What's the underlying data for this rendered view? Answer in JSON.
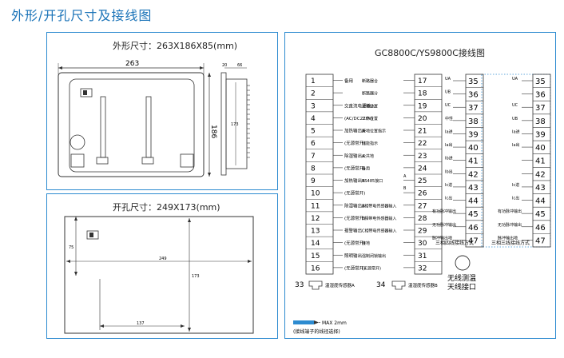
{
  "page_title": "外形/开孔尺寸及接线图",
  "outline": {
    "caption": "外形尺寸：263X186X85(mm)",
    "width": "263",
    "height": "186",
    "side_depth_a": "20",
    "side_depth_b": "66",
    "side_inner": "173"
  },
  "cutout": {
    "caption": "开孔尺寸：249X173(mm)",
    "dim_75": "75",
    "dim_249": "249",
    "dim_173": "173",
    "dim_137": "137"
  },
  "wiring": {
    "title": "GC8800C/YS9800C接线图",
    "left_terms": [
      {
        "n": "1",
        "label": "备用"
      },
      {
        "n": "2",
        "label": ""
      },
      {
        "n": "3",
        "label": "交直流电源输入"
      },
      {
        "n": "4",
        "label": "(AC/DC220V)"
      },
      {
        "n": "5",
        "label": "加热输出A"
      },
      {
        "n": "6",
        "label": "(无源常开)"
      },
      {
        "n": "7",
        "label": "除湿输出A"
      },
      {
        "n": "8",
        "label": "(无源常开)"
      },
      {
        "n": "9",
        "label": "加热输出B"
      },
      {
        "n": "10",
        "label": "(无源常开)"
      },
      {
        "n": "11",
        "label": "除湿输出B"
      },
      {
        "n": "12",
        "label": "(无源常开)"
      },
      {
        "n": "13",
        "label": "报警输出"
      },
      {
        "n": "14",
        "label": "(无源常开)"
      },
      {
        "n": "15",
        "label": "照明输出"
      },
      {
        "n": "16",
        "label": "(无源常开)"
      }
    ],
    "mid_terms": [
      {
        "n": "17",
        "label": "断路器合"
      },
      {
        "n": "18",
        "label": "断路器分"
      },
      {
        "n": "19",
        "label": "试验位置"
      },
      {
        "n": "20",
        "label": "工作位置"
      },
      {
        "n": "21",
        "label": "接地位置指示"
      },
      {
        "n": "22",
        "label": "储能指示"
      },
      {
        "n": "23",
        "label": "公共地"
      },
      {
        "n": "24",
        "label": "备用"
      },
      {
        "n": "25",
        "label": "RS485接口"
      },
      {
        "n": "26",
        "label": ""
      },
      {
        "n": "27",
        "label": "A相带电传感器输入"
      },
      {
        "n": "28",
        "label": "B相带电传感器输入"
      },
      {
        "n": "29",
        "label": "C相带电传感器输入"
      },
      {
        "n": "30",
        "label": "接地"
      },
      {
        "n": "31",
        "label": "强制闭锁输出"
      },
      {
        "n": "32",
        "label": "(无源常开)"
      }
    ],
    "rs485_a": "A",
    "rs485_b": "B",
    "four_wire": [
      {
        "n": "35",
        "left": "UA"
      },
      {
        "n": "36",
        "left": "UB"
      },
      {
        "n": "37",
        "left": "UC"
      },
      {
        "n": "38",
        "left": "中性"
      },
      {
        "n": "39",
        "left": "Ia进"
      },
      {
        "n": "40",
        "left": "Ia出"
      },
      {
        "n": "41",
        "left": "Ib进"
      },
      {
        "n": "42",
        "left": "Ib出"
      },
      {
        "n": "43",
        "left": "Ic进"
      },
      {
        "n": "44",
        "left": "Ic出"
      },
      {
        "n": "45",
        "left": "有功脉冲输出"
      },
      {
        "n": "46",
        "left": "无功脉冲输出"
      },
      {
        "n": "47",
        "left": "脉冲输出地"
      }
    ],
    "three_wire": [
      {
        "n": "35",
        "left": "UA"
      },
      {
        "n": "36",
        "left": ""
      },
      {
        "n": "37",
        "left": "UC"
      },
      {
        "n": "38",
        "left": "UB"
      },
      {
        "n": "39",
        "left": "Ia进"
      },
      {
        "n": "40",
        "left": "Ia出"
      },
      {
        "n": "41",
        "left": ""
      },
      {
        "n": "42",
        "left": ""
      },
      {
        "n": "43",
        "left": "Ic进"
      },
      {
        "n": "44",
        "left": "Ic出"
      },
      {
        "n": "45",
        "left": "有功脉冲输出"
      },
      {
        "n": "46",
        "left": "无功脉冲输出"
      },
      {
        "n": "47",
        "left": "脉冲输出地"
      }
    ],
    "four_wire_label": "三相四线接线方式",
    "three_wire_label": "三相三线接线方式",
    "sensor_a_num": "33",
    "sensor_a_label": "温湿度传感器A",
    "sensor_b_num": "34",
    "sensor_b_label": "温湿度传感器B",
    "wireless_1": "无线测温",
    "wireless_2": "天线接口",
    "wire_max": "MAX 2mm",
    "wire_note": "(接线端子的线径选择)"
  }
}
